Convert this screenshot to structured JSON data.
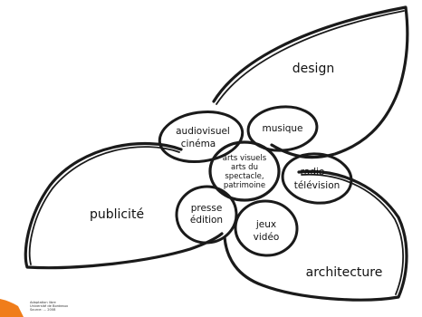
{
  "accent_color": "#f07d1a",
  "outer_petals": {
    "design": "design",
    "publicite": "publicité",
    "architecture": "architecture"
  },
  "inner_petals": {
    "audiovisuel": [
      "audiovisuel",
      "cinéma"
    ],
    "musique": [
      "musique"
    ],
    "radio": [
      "radio",
      "télévision"
    ],
    "jeux": [
      "jeux",
      "vidéo"
    ],
    "presse": [
      "presse",
      "édition"
    ]
  },
  "center": [
    "arts visuels",
    "arts du",
    "spectacle,",
    "patrimoine"
  ],
  "credit_lines": [
    "Adaptation libre",
    "Université de Bordeaux",
    "Source: ...  2008"
  ]
}
